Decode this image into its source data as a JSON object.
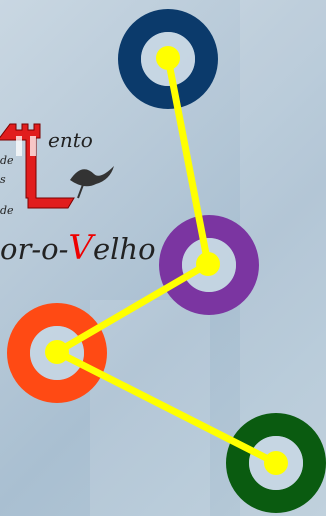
{
  "logo": {
    "line1": "ento",
    "de_a": "de",
    "de_b": "s",
    "de_c": "de",
    "bottom_prefix": "or-o-",
    "bottom_v": "V",
    "bottom_suffix": "elho"
  },
  "colors": {
    "link": "#ffff00",
    "node_blue": "#0b3a6b",
    "node_purple": "#7b35a1",
    "node_red": "#ff4a14",
    "node_green": "#0a5b10",
    "castle": "#e11d1d"
  },
  "nodes": [
    {
      "id": "blue",
      "color": "#0b3a6b"
    },
    {
      "id": "purple",
      "color": "#7b35a1"
    },
    {
      "id": "red",
      "color": "#ff4a14"
    },
    {
      "id": "green",
      "color": "#0a5b10"
    }
  ],
  "links": [
    [
      "blue",
      "purple"
    ],
    [
      "purple",
      "red"
    ],
    [
      "red",
      "green"
    ]
  ]
}
